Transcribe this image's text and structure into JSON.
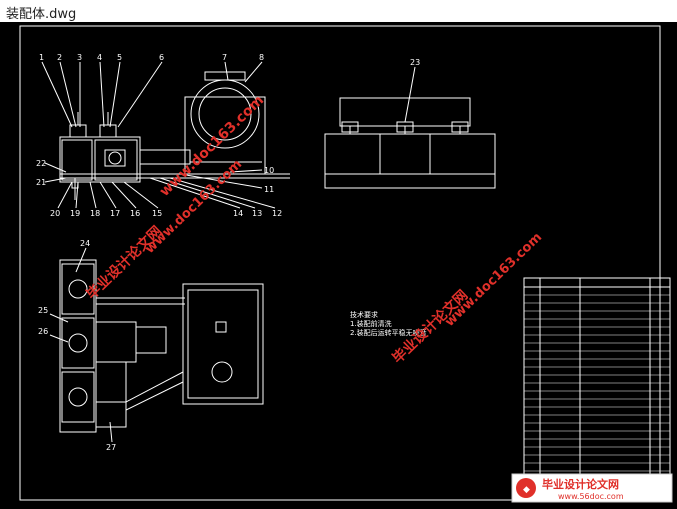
{
  "window": {
    "title": "装配体.dwg"
  },
  "drawing": {
    "balloons_front": [
      "1",
      "2",
      "3",
      "4",
      "5",
      "6",
      "7",
      "8"
    ],
    "balloons_left": [
      "22",
      "21"
    ],
    "balloons_bottom": [
      "20",
      "19",
      "18",
      "17",
      "16",
      "15",
      "14",
      "13",
      "12"
    ],
    "balloons_right": [
      "10",
      "11"
    ],
    "balloon_side": "23",
    "balloons_plan": [
      "24",
      "25",
      "26",
      "27"
    ],
    "tech_notes": {
      "title": "技术要求",
      "line1": "1.装配前清洗",
      "line2": "2.装配后运转平稳无噪音"
    }
  },
  "watermark": {
    "text_cn": "毕业设计论文网",
    "text_url": "www.doc163.com",
    "footer_cn": "毕业设计论文网",
    "footer_url": "www.56doc.com"
  },
  "colors": {
    "line": "#ffffff",
    "watermark": "#e0302a",
    "background": "#000000"
  }
}
